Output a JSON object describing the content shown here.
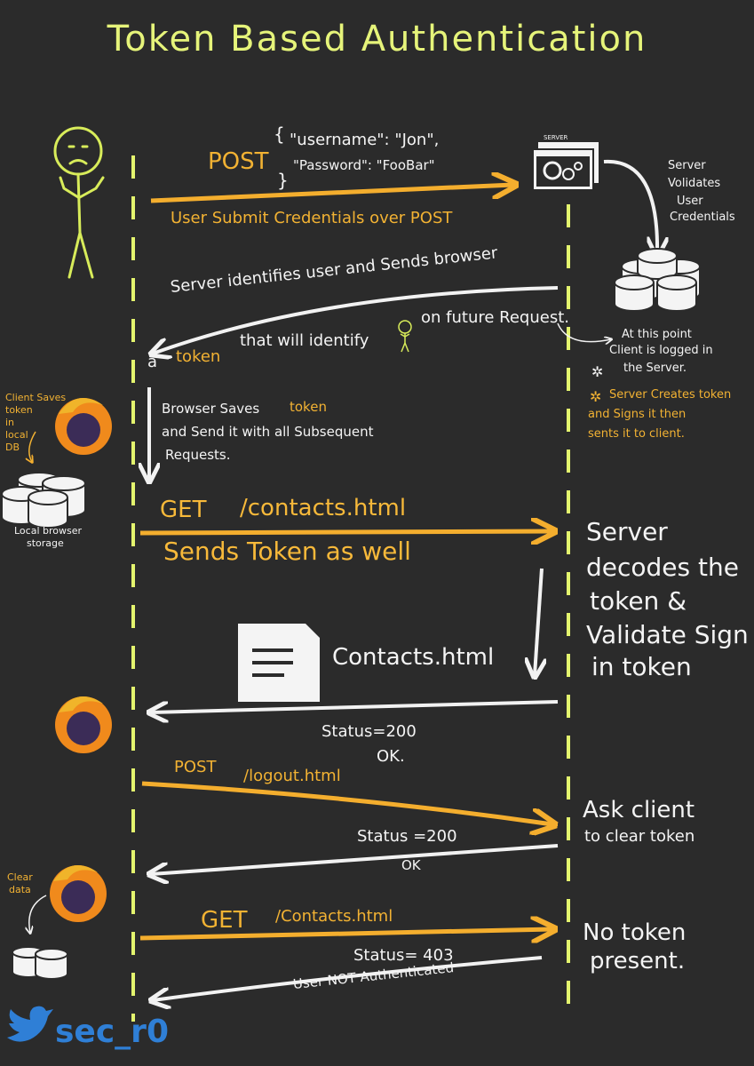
{
  "title": "Token Based Authentication",
  "colors": {
    "background": "#2b2b2b",
    "lifeline": "#e4f56e",
    "arrow_orange": "#f4ae2e",
    "arrow_white": "#f2f2f2",
    "title": "#e6f47a",
    "twitter": "#2f7fd6"
  },
  "steps": {
    "step1": {
      "method": "POST",
      "brace_open": "{",
      "brace_close": "}",
      "body_line1": "\"username\": \"Jon\",",
      "body_line2": "\"Password\": \"FooBar\"",
      "caption": "User Submit Credentials over POST"
    },
    "server_note": {
      "server_label": "SERVER",
      "lines": [
        "Server",
        "Volidates",
        "User",
        "Credentials"
      ]
    },
    "step2": {
      "line1": "Server identifies user and Sends browser",
      "prefix": "a",
      "token_word": "token",
      "line2": "that will identify",
      "line2_end": "on future Request."
    },
    "logged_in_note": [
      "At this point",
      "Client is logged in",
      "the Server."
    ],
    "token_note": [
      "Server Creates token",
      "and Signs it then",
      "sents it to client."
    ],
    "step3": {
      "line1_prefix": "Browser Saves",
      "token_word": "token",
      "line2": "and Send it with all Subsequent",
      "line3": "Requests."
    },
    "client_note": [
      "Client Saves",
      "token",
      "in",
      "local",
      "DB"
    ],
    "local_storage": [
      "Local browser",
      "storage"
    ],
    "step4": {
      "method": "GET",
      "path": "/contacts.html",
      "caption": "Sends Token as well"
    },
    "decode_note": [
      "Server",
      "decodes the",
      "token &",
      "Validate Sign",
      "in token"
    ],
    "step5": {
      "file_label": "Contacts.html",
      "status": "Status=200",
      "status_text": "OK."
    },
    "step6": {
      "method": "POST",
      "path": "/logout.html",
      "status": "Status =200",
      "status_text": "OK"
    },
    "clear_note": [
      "Ask client",
      "to clear token"
    ],
    "clear_data": [
      "Clear",
      "data"
    ],
    "step7": {
      "method": "GET",
      "path": "/Contacts.html",
      "status": "Status= 403",
      "status_text": "User NOT Authenticated"
    },
    "no_token_note": [
      "No token",
      "present."
    ]
  },
  "footer": {
    "handle": "sec_r0"
  }
}
